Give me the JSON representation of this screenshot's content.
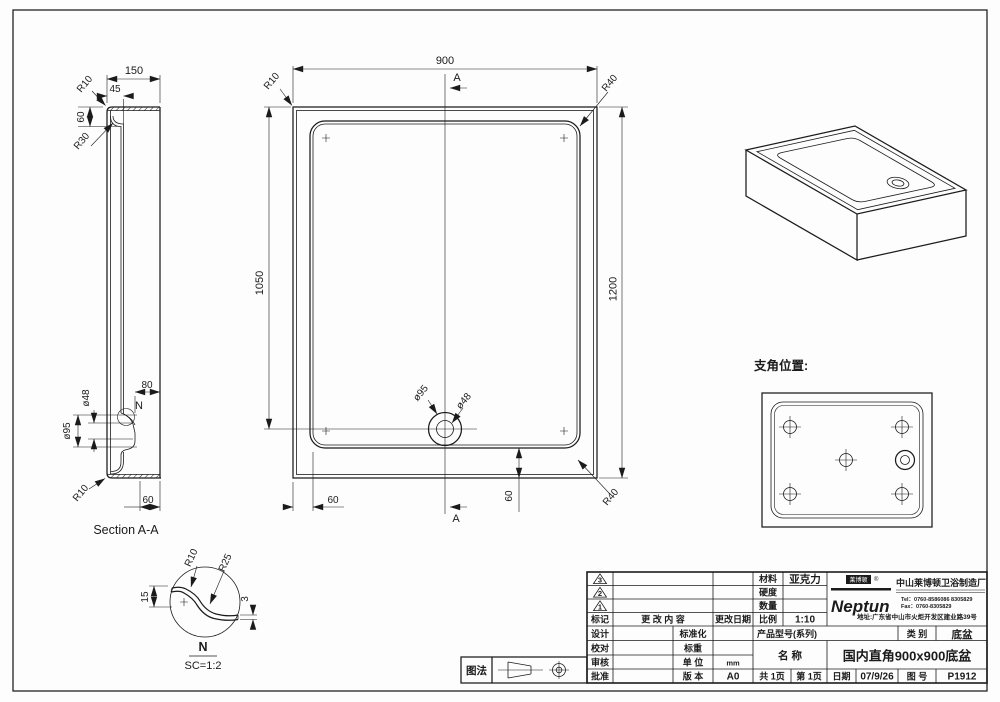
{
  "drawing": {
    "section_view": {
      "label": "Section A-A",
      "dim_150": "150",
      "dim_45": "45",
      "dim_60_top": "60",
      "r10_top": "R10",
      "r30": "R30",
      "dia_48": "ø48",
      "dia_95": "ø95",
      "dim_80": "80",
      "detail_mark": "N",
      "dim_60_bottom": "60",
      "r10_bottom": "R10"
    },
    "plan_view": {
      "dim_900": "900",
      "dim_1050": "1050",
      "dim_1200": "1200",
      "r10": "R10",
      "r40_top": "R40",
      "r40_bottom": "R40",
      "dim_60_left": "60",
      "dim_60_right": "60",
      "dia_95": "ø95",
      "dia_48": "ø48",
      "section_a_top": "A",
      "section_a_bottom": "A"
    },
    "detail_view": {
      "r10": "R10",
      "r25": "R25",
      "dim_15": "15",
      "dim_3": "3",
      "label": "N",
      "scale": "SC=1:2"
    },
    "support_view": {
      "title": "支角位置:"
    }
  },
  "projection": {
    "label": "图法"
  },
  "title_block": {
    "rev3": "3",
    "rev2": "2",
    "rev1": "1",
    "mark": "标记",
    "change_content": "更 改 内 容",
    "change_date": "更改日期",
    "design": "设计",
    "proofread": "校对",
    "review": "审核",
    "approve": "批准",
    "standardization": "标准化",
    "weight": "标重",
    "unit": "单 位",
    "unit_value": "mm",
    "version": "版 本",
    "version_value": "A0",
    "material": "材料",
    "material_value": "亚克力",
    "hardness": "硬度",
    "quantity": "数量",
    "scale": "比例",
    "scale_value": "1:10",
    "product_series": "产品型号(系列)",
    "category": "类 别",
    "category_value": "底盆",
    "name": "名 称",
    "name_value": "国内直角900x900底盆",
    "total_pages": "共 1页",
    "page_no": "第 1页",
    "date": "日期",
    "date_value": "07/9/26",
    "drawing_no": "图 号",
    "drawing_no_value": "P1912",
    "company": {
      "logo": "Neptun",
      "logo_badge": "莱博顿",
      "reg": "®",
      "name": "中山莱博顿卫浴制造厂",
      "tel": "Tel：0760-8586086 8305829",
      "fax": "Fax：0760-8305829",
      "address": "地址:广东省中山市火炬开发区建业路39号"
    }
  }
}
